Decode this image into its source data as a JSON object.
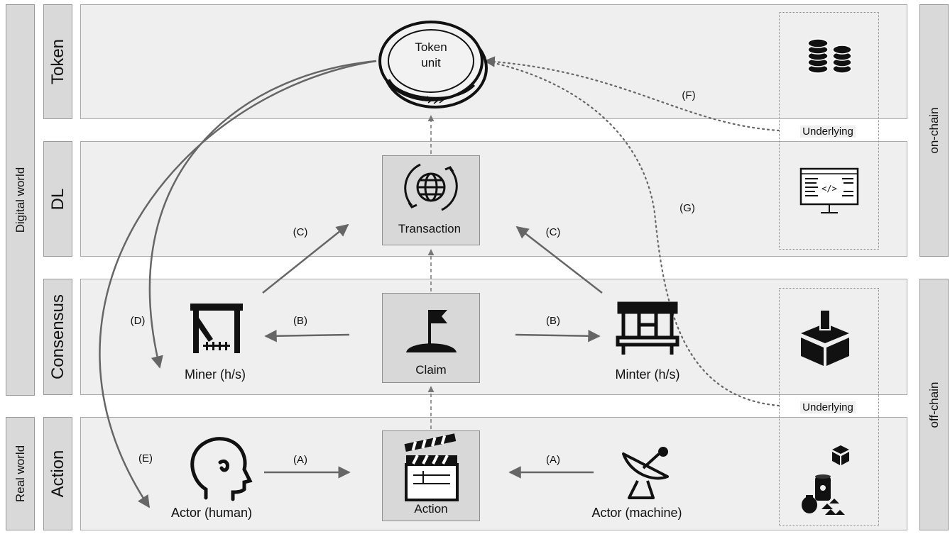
{
  "side_labels": {
    "digital_world": "Digital world",
    "real_world": "Real world",
    "on_chain": "on-chain",
    "off_chain": "off-chain"
  },
  "layers": {
    "token": "Token",
    "dl": "DL",
    "consensus": "Consensus",
    "action": "Action"
  },
  "nodes": {
    "token_unit": "Token\nunit",
    "transaction": "Transaction",
    "claim": "Claim",
    "action": "Action",
    "miner": "Miner (h/s)",
    "minter": "Minter (h/s)",
    "actor_human": "Actor (human)",
    "actor_machine": "Actor (machine)",
    "underlying_top": "Underlying",
    "underlying_bottom": "Underlying"
  },
  "edge_labels": {
    "a_left": "(A)",
    "a_right": "(A)",
    "b_left": "(B)",
    "b_right": "(B)",
    "c_left": "(C)",
    "c_right": "(C)",
    "d": "(D)",
    "e": "(E)",
    "f": "(F)",
    "g": "(G)"
  },
  "colors": {
    "band_fill": "#efefef",
    "side_fill": "#d9d9d9",
    "node_fill": "#d8d8d8",
    "arrow": "#666666",
    "icon": "#111111"
  }
}
